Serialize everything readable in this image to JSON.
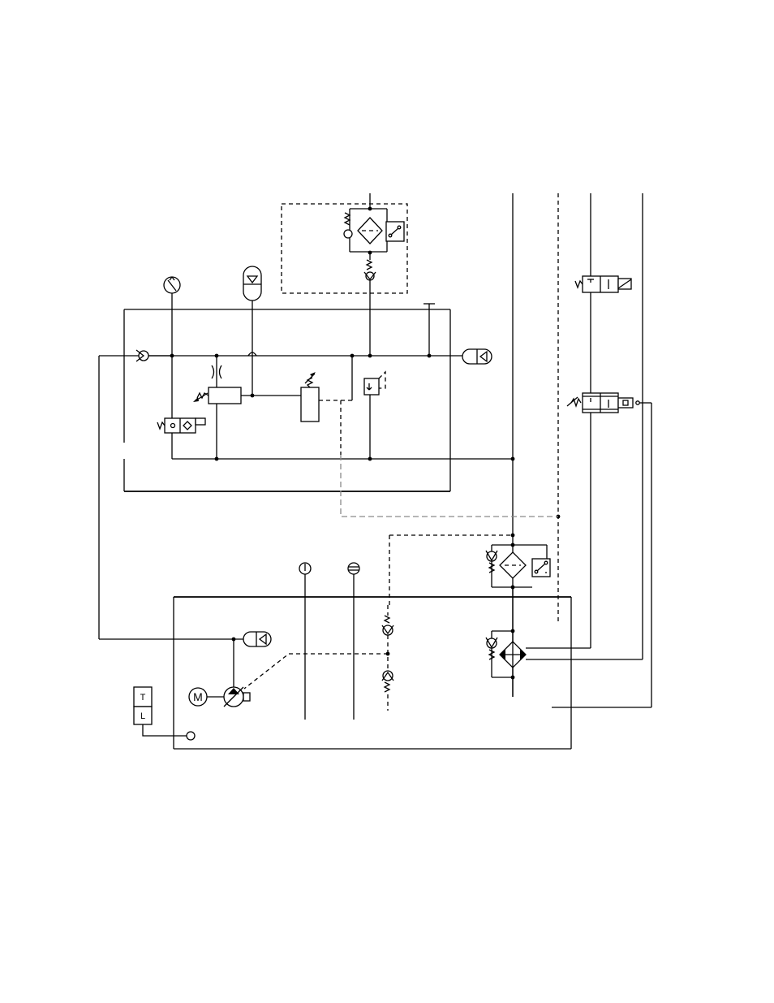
{
  "symbols": {
    "motor": "M",
    "tank_top": "T",
    "tank_bottom": "L"
  }
}
